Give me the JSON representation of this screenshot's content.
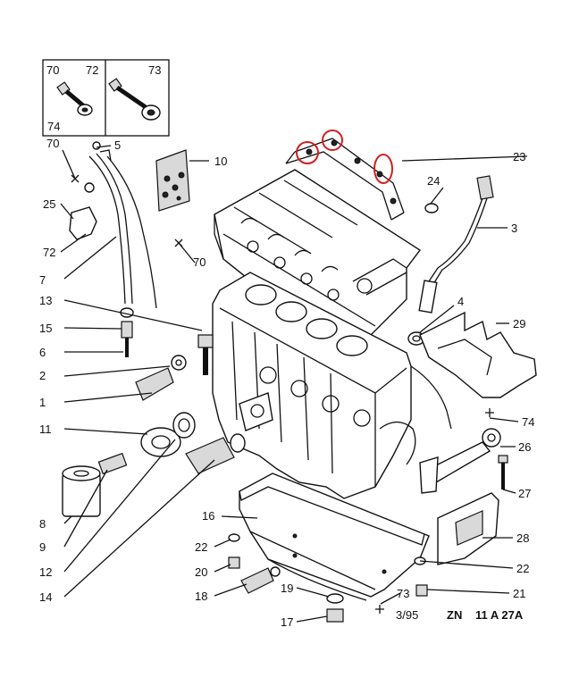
{
  "diagram": {
    "callouts": [
      "1",
      "2",
      "3",
      "4",
      "5",
      "6",
      "7",
      "8",
      "9",
      "10",
      "11",
      "12",
      "13",
      "14",
      "15",
      "16",
      "17",
      "18",
      "19",
      "20",
      "21",
      "22",
      "22",
      "23",
      "24",
      "25",
      "26",
      "27",
      "28",
      "29",
      "70",
      "70",
      "72",
      "73",
      "73",
      "74",
      "74"
    ],
    "inset_labels": [
      "70",
      "72",
      "73",
      "74"
    ],
    "footer": {
      "date": "3/95",
      "ref_prefix": "ZN",
      "ref_code": "11 A 27A"
    },
    "highlight_color": "#d21f1f"
  }
}
